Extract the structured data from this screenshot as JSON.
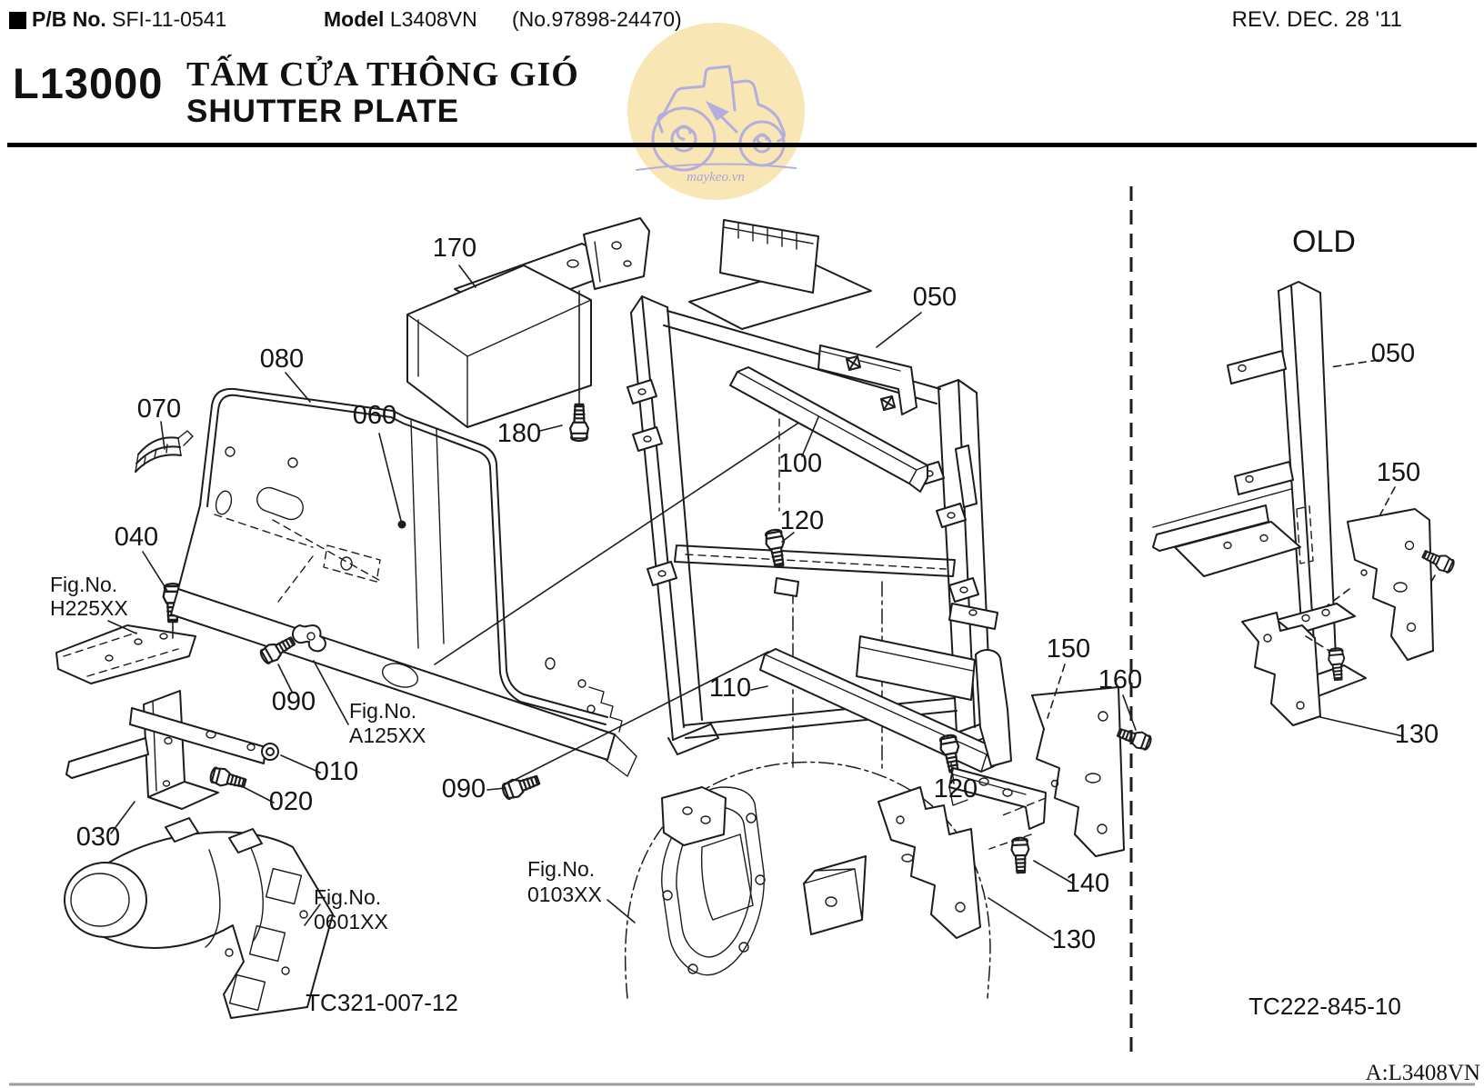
{
  "header": {
    "pb_label": "P/B No.",
    "pb_value": "SFI-11-0541",
    "model_label": "Model",
    "model_value": "L3408VN",
    "serial_no": "(No.97898-24470)",
    "revision": "REV. DEC. 28 '11",
    "section_code": "L13000",
    "title_vi": "TẤM CỬA THÔNG GIÓ",
    "title_en": "SHUTTER PLATE"
  },
  "watermark": {
    "text": "maykeo.vn"
  },
  "diagram": {
    "callouts": {
      "c170": "170",
      "c180": "180",
      "c080": "080",
      "c060": "060",
      "c070": "070",
      "c040": "040",
      "c090a": "090",
      "c010": "010",
      "c020": "020",
      "c030": "030",
      "c090b": "090",
      "c110": "110",
      "c050": "050",
      "c100": "100",
      "c120a": "120",
      "c120b": "120",
      "c150": "150",
      "c160": "160",
      "c140": "140",
      "c130": "130"
    },
    "fig_refs": {
      "h225": {
        "label": "Fig.No.",
        "value": "H225XX"
      },
      "a125": {
        "label": "Fig.No.",
        "value": "A125XX"
      },
      "f0601": {
        "label": "Fig.No.",
        "value": "0601XX"
      },
      "f0103": {
        "label": "Fig.No.",
        "value": "0103XX"
      }
    },
    "drawing_code": "TC321-007-12"
  },
  "old_panel": {
    "title": "OLD",
    "callouts": {
      "c050": "050",
      "c150": "150",
      "c130": "130"
    },
    "drawing_code": "TC222-845-10"
  },
  "footer": {
    "model_ref": "A:L3408VN"
  }
}
